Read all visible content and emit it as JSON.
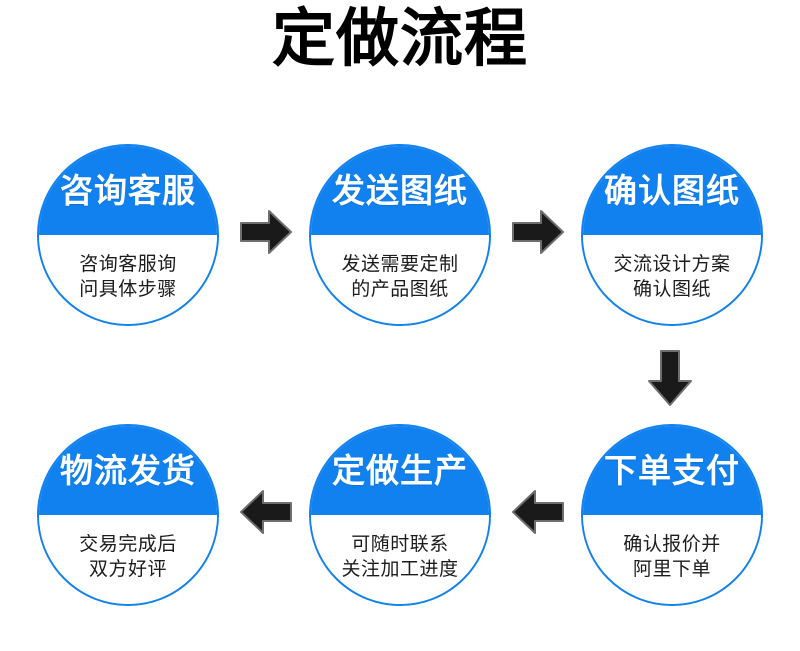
{
  "page": {
    "title": "定做流程",
    "background_color": "#ffffff",
    "accent_color": "#1181ef",
    "title_color": "#000000",
    "arrow_color": "#1a1a1a"
  },
  "flow": {
    "stages": [
      {
        "id": 1,
        "title": "咨询客服",
        "description": "咨询客服询\n问具体步骤"
      },
      {
        "id": 2,
        "title": "发送图纸",
        "description": "发送需要定制\n的产品图纸"
      },
      {
        "id": 3,
        "title": "确认图纸",
        "description": "交流设计方案\n确认图纸"
      },
      {
        "id": 4,
        "title": "下单支付",
        "description": "确认报价并\n阿里下单"
      },
      {
        "id": 5,
        "title": "定做生产",
        "description": "可随时联系\n关注加工进度"
      },
      {
        "id": 6,
        "title": "物流发货",
        "description": "交易完成后\n双方好评"
      }
    ],
    "arrows": [
      {
        "id": 1,
        "direction": "right",
        "from": "咨询客服",
        "to": "发送图纸"
      },
      {
        "id": 2,
        "direction": "right",
        "from": "发送图纸",
        "to": "确认图纸"
      },
      {
        "id": 3,
        "direction": "down",
        "from": "确认图纸",
        "to": "下单支付"
      },
      {
        "id": 4,
        "direction": "left",
        "from": "下单支付",
        "to": "定做生产"
      },
      {
        "id": 5,
        "direction": "left",
        "from": "定做生产",
        "to": "物流发货"
      }
    ]
  }
}
